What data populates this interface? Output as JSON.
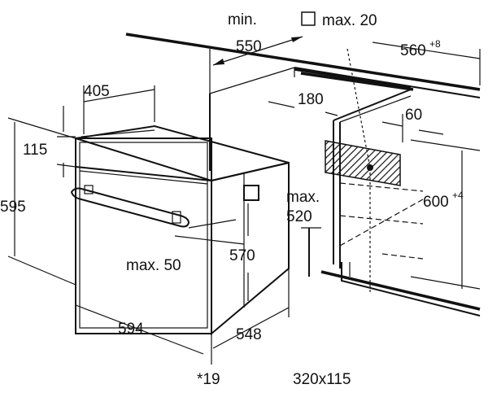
{
  "diagram": {
    "labels": {
      "min_label": "min.",
      "min_value": "550",
      "max20_label": "max. 20",
      "width_niche": "560",
      "width_niche_tol": "+8",
      "depth_top": "405",
      "offset_180": "180",
      "offset_60": "60",
      "height_115": "115",
      "height_595": "595",
      "max520_label": "max.",
      "max520_value": "520",
      "height_niche": "600",
      "height_niche_tol": "+4",
      "max50": "max. 50",
      "height_570": "570",
      "width_594": "594",
      "depth_548": "548",
      "footnote": "*19",
      "vent_size": "320x115"
    },
    "colors": {
      "line": "#111111",
      "hatch": "#111111",
      "background": "#ffffff"
    },
    "icons": {
      "square": "square-outline-icon"
    }
  }
}
